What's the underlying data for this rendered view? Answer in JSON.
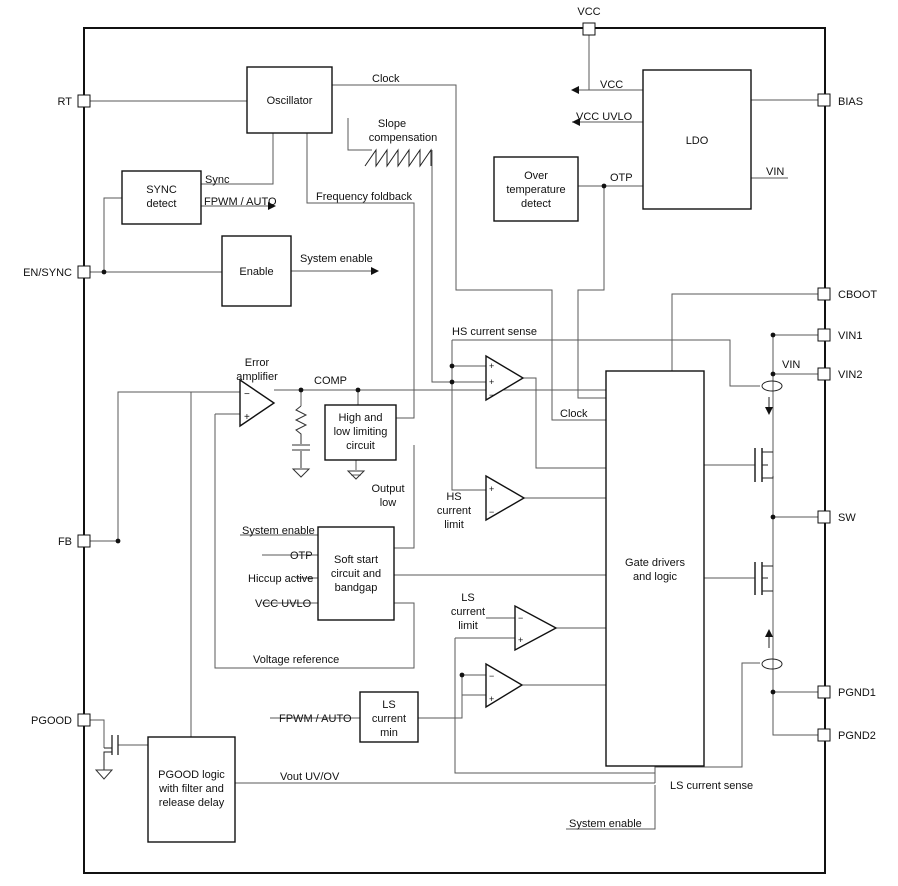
{
  "pins": {
    "vcc": "VCC",
    "rt": "RT",
    "bias": "BIAS",
    "en_sync": "EN/SYNC",
    "cboot": "CBOOT",
    "vin1": "VIN1",
    "vin2": "VIN2",
    "sw": "SW",
    "fb": "FB",
    "pgood": "PGOOD",
    "pgnd1": "PGND1",
    "pgnd2": "PGND2"
  },
  "blocks": {
    "oscillator": [
      "Oscillator"
    ],
    "ldo": [
      "LDO"
    ],
    "sync_detect": [
      "SYNC",
      "detect"
    ],
    "enable": [
      "Enable"
    ],
    "over_temp": [
      "Over",
      "temperature",
      "detect"
    ],
    "limiting": [
      "High and",
      "low limiting",
      "circuit"
    ],
    "soft_start": [
      "Soft start",
      "circuit and",
      "bandgap"
    ],
    "gate_drivers": [
      "Gate drivers",
      "and logic"
    ],
    "ls_current_min": [
      "LS",
      "current",
      "min"
    ],
    "pgood_logic": [
      "PGOOD logic",
      "with filter and",
      "release delay"
    ]
  },
  "labels": {
    "clock_top": "Clock",
    "vcc_out": "VCC",
    "vcc_uvlo_out": "VCC UVLO",
    "vin_ldo": "VIN",
    "otp": "OTP",
    "slope_comp": [
      "Slope",
      "compensation"
    ],
    "sync": "Sync",
    "fpwm_auto_top": "FPWM / AUTO",
    "freq_foldback": "Frequency foldback",
    "system_enable_top": "System enable",
    "hs_current_sense": "HS current sense",
    "error_amp": [
      "Error",
      "amplifier"
    ],
    "comp": "COMP",
    "clock_mid": "Clock",
    "vin_switch": "VIN",
    "hs_current_limit": [
      "HS",
      "current",
      "limit"
    ],
    "output_low": [
      "Output",
      "low"
    ],
    "ss_system_enable": "System enable",
    "ss_otp": "OTP",
    "ss_hiccup": "Hiccup active",
    "ss_vcc_uvlo": "VCC UVLO",
    "ls_current_limit": [
      "LS",
      "current",
      "limit"
    ],
    "voltage_reference": "Voltage reference",
    "fpwm_auto_bottom": "FPWM / AUTO",
    "vout_uv_ov": "Vout UV/OV",
    "ls_current_sense": "LS current sense",
    "system_enable_bottom": "System enable"
  }
}
